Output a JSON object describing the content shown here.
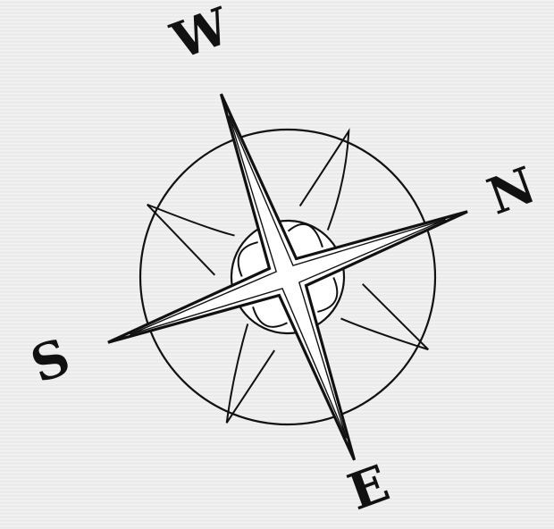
{
  "compass": {
    "labels": {
      "north": "N",
      "east": "E",
      "south": "S",
      "west": "W"
    },
    "rotation_deg": -20,
    "colors": {
      "ink": "#111111",
      "paper": "#ededed",
      "hub_fill": "#ffffff"
    }
  }
}
